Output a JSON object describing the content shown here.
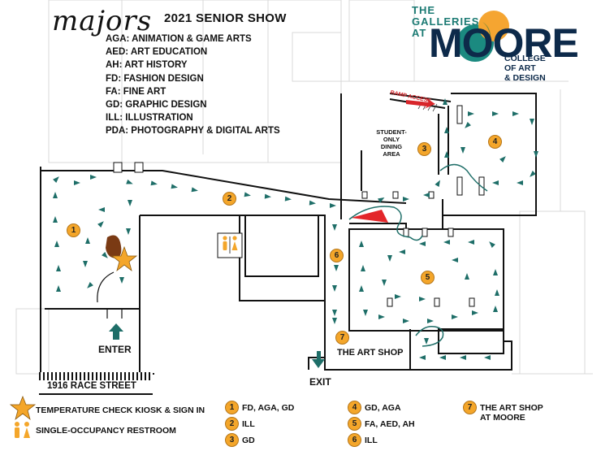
{
  "header": {
    "script_title": "majors",
    "show_title": "2021 SENIOR SHOW",
    "abbreviations": [
      "AGA: ANIMATION & GAME ARTS",
      "AED: ART EDUCATION",
      "AH: ART HISTORY",
      "FD: FASHION DESIGN",
      "FA: FINE ART",
      "GD: GRAPHIC DESIGN",
      "ILL: ILLUSTRATION",
      "PDA: PHOTOGRAPHY & DIGITAL ARTS"
    ]
  },
  "logo": {
    "line1": "THE",
    "line2": "GALLERIES",
    "line3": "AT",
    "wordmark": "MOORE",
    "sub1": "COLLEGE",
    "sub2": "OF ART",
    "sub3": "& DESIGN",
    "colors": {
      "orange": "#f5a531",
      "teal": "#1b8a80",
      "navy": "#0d2a4a"
    }
  },
  "map": {
    "street": "1916 RACE STREET",
    "enter": "ENTER",
    "exit": "EXIT",
    "ramp": "RAMP ACCESS",
    "dining": [
      "STUDENT-",
      "ONLY",
      "DINING",
      "AREA"
    ],
    "art_shop": "THE ART SHOP",
    "arrow_color": "#1e6e68",
    "badge_color": "#f4a62a",
    "gallery_badges": [
      "1",
      "2",
      "3",
      "4",
      "5",
      "6",
      "7"
    ]
  },
  "key": {
    "kiosk": "TEMPERATURE CHECK KIOSK & SIGN IN",
    "restroom": "SINGLE-OCCUPANCY RESTROOM",
    "galleries": [
      {
        "num": "1",
        "text": "FD, AGA, GD"
      },
      {
        "num": "2",
        "text": "ILL"
      },
      {
        "num": "3",
        "text": "GD"
      },
      {
        "num": "4",
        "text": "GD, AGA"
      },
      {
        "num": "5",
        "text": "FA, AED, AH"
      },
      {
        "num": "6",
        "text": "ILL"
      },
      {
        "num": "7",
        "text": "THE ART SHOP",
        "text2": "AT MOORE"
      }
    ]
  }
}
